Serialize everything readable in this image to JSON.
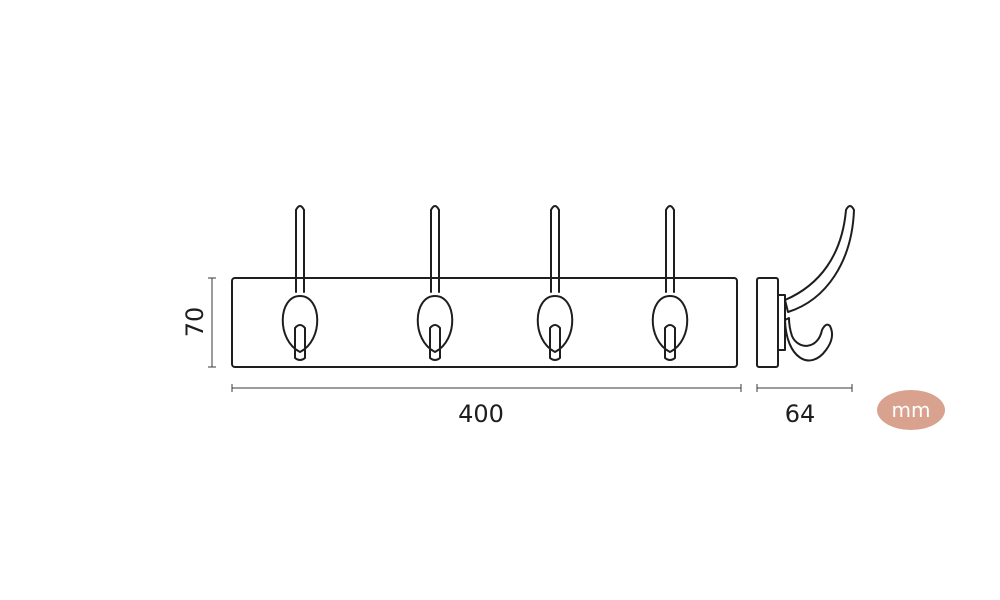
{
  "dimensions": {
    "width": "400",
    "height": "70",
    "depth": "64"
  },
  "unit": {
    "label": "mm",
    "badge_color": "#d9a28e"
  },
  "product": {
    "hook_count": 4
  }
}
